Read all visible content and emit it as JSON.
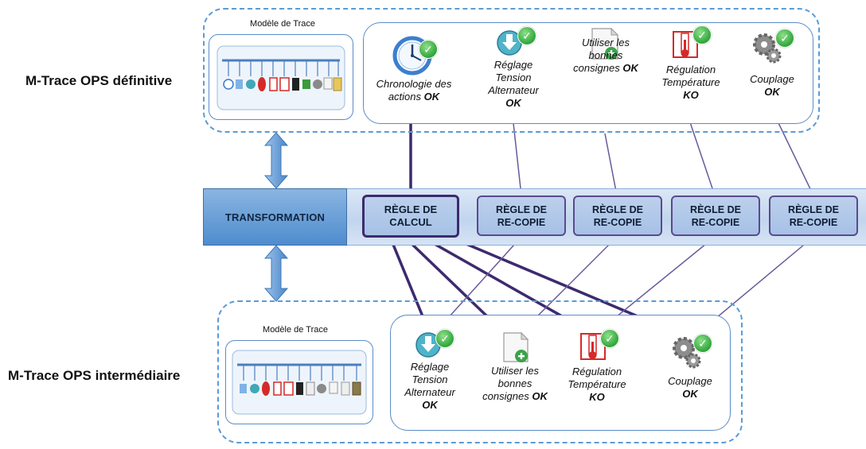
{
  "labels": {
    "definitive": "M-Trace OPS définitive",
    "intermediate": "M-Trace OPS intermédiaire"
  },
  "model_title": "Modèle de Trace",
  "transformation": "TRANSFORMATION",
  "rules": {
    "calcul": [
      "RÈGLE DE",
      "CALCUL"
    ],
    "recopie": [
      "RÈGLE DE",
      "RE-COPIE"
    ]
  },
  "top_indicators": [
    {
      "icon": "clock-icon",
      "lines": [
        "Chronologie des",
        "actions"
      ],
      "status": "OK"
    },
    {
      "icon": "download-icon",
      "lines": [
        "Réglage",
        "Tension",
        "Alternateur"
      ],
      "status": "OK"
    },
    {
      "icon": "document-add-icon",
      "lines": [
        "Utiliser les",
        "bonnes",
        "consignes"
      ],
      "status": "OK"
    },
    {
      "icon": "thermometer-icon",
      "lines": [
        "Régulation",
        "Température"
      ],
      "status": "KO"
    },
    {
      "icon": "gears-icon",
      "lines": [
        "Couplage"
      ],
      "status": "OK"
    }
  ],
  "bottom_indicators": [
    {
      "icon": "download-icon",
      "lines": [
        "Réglage",
        "Tension",
        "Alternateur"
      ],
      "status": "OK"
    },
    {
      "icon": "document-add-icon",
      "lines": [
        "Utiliser les",
        "bonnes",
        "consignes"
      ],
      "status": "OK"
    },
    {
      "icon": "thermometer-icon",
      "lines": [
        "Régulation",
        "Température"
      ],
      "status": "KO"
    },
    {
      "icon": "gears-icon",
      "lines": [
        "Couplage"
      ],
      "status": "OK"
    }
  ],
  "colors": {
    "dashed": "#5b9bd5",
    "line": "#6a5a9a",
    "line_bold": "#3d2a6e",
    "ok": "#2fa53a"
  }
}
